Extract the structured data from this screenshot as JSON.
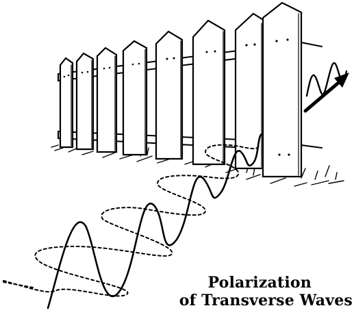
{
  "caption": {
    "line1": "Polarization",
    "line2": "of Transverse Waves"
  },
  "colors": {
    "ink": "#000000",
    "background": "#ffffff"
  },
  "elements": {
    "fence": "picket-fence",
    "wave_in": "vertical-and-horizontal-wave-components",
    "wave_out": "transmitted-vertical-wave",
    "arrow": "propagation-arrow-icon"
  }
}
